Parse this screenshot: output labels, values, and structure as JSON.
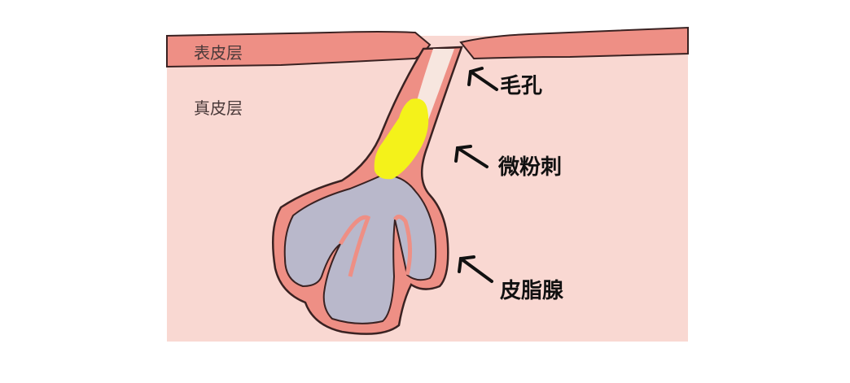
{
  "labels": {
    "epidermis": "表皮层",
    "dermis": "真皮层",
    "pore": "毛孔",
    "microcomedone": "微粉刺",
    "sebaceous_gland": "皮脂腺"
  },
  "colors": {
    "dermis": "#f9d8d2",
    "epidermis": "#ee8f85",
    "outline": "#3a2222",
    "pore_channel": "#f7e6df",
    "gland": "#b9b8cb",
    "comedone": "#f4f21a",
    "arrow": "#111111"
  }
}
